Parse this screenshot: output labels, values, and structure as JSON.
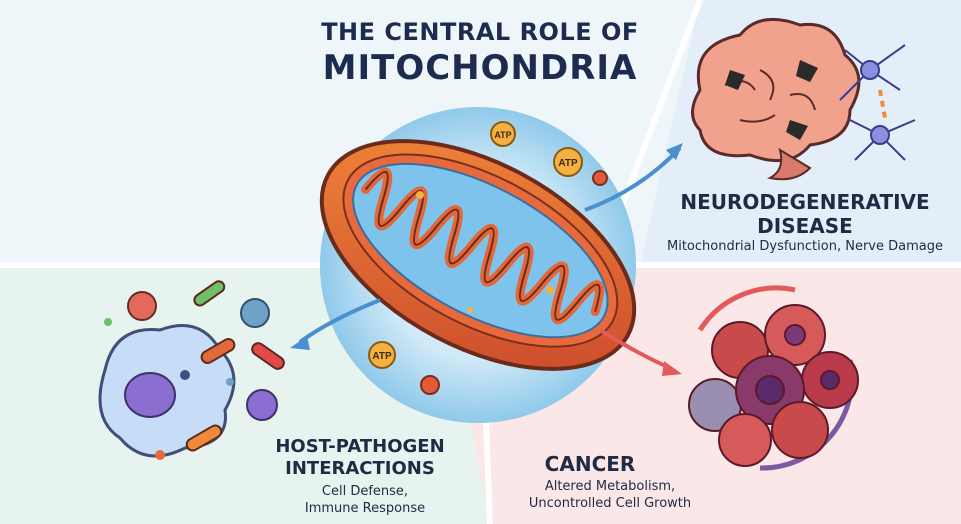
{
  "title": {
    "line1": "THE CENTRAL ROLE OF",
    "line2": "MITOCHONDRIA"
  },
  "center": {
    "atp_labels": [
      "ATP",
      "ATP",
      "ATP"
    ]
  },
  "sections": {
    "neuro": {
      "heading_line1": "NEURODEGENERATIVE",
      "heading_line2": "DISEASE",
      "description": "Mitochondrial Dysfunction, Nerve Damage"
    },
    "host": {
      "heading_line1": "HOST-PATHOGEN",
      "heading_line2": "INTERACTIONS",
      "description_line1": "Cell Defense,",
      "description_line2": "Immune Response"
    },
    "cancer": {
      "heading": "CANCER",
      "description_line1": "Altered Metabolism,",
      "description_line2": "Uncontrolled Cell Growth"
    }
  },
  "colors": {
    "neuro_bg": "#e3eef9",
    "host_bg": "#e6f3ee",
    "cancer_bg": "#fbe7e8",
    "title": "#1d2b4f"
  }
}
